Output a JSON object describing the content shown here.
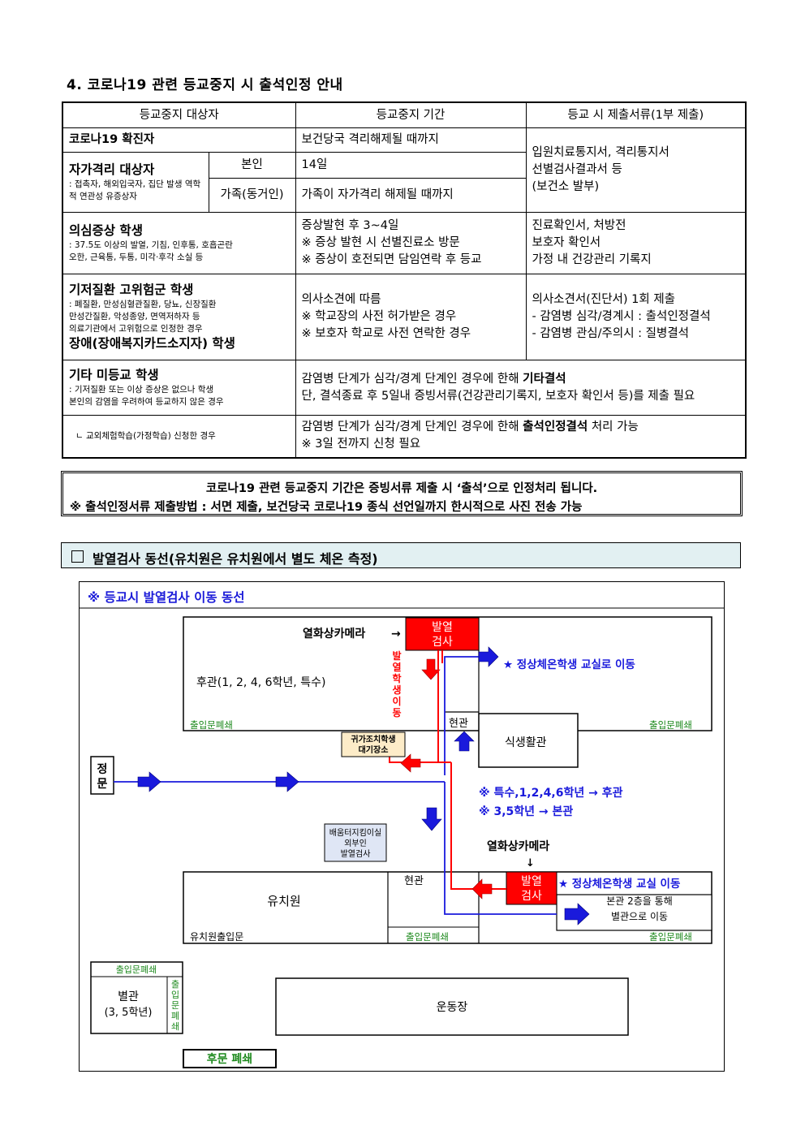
{
  "title": "4. 코로나19 관련 등교중지 시 출석인정 안내",
  "table": {
    "headers": [
      "등교중지 대상자",
      "등교중지 기간",
      "등교 시 제출서류(1부 제출)"
    ],
    "covid_confirmed": {
      "label": "코로나19 확진자",
      "period": "보건당국 격리해제될 때까지"
    },
    "self_quarantine": {
      "label": "자가격리 대상자",
      "desc": ": 접촉자, 해외입국자, 집단 발생 역학적 연관성 유증상자",
      "self_label": "본인",
      "self_period": "14일",
      "family_label": "가족(동거인)",
      "family_period": "가족이 자가격리 해제될 때까지"
    },
    "group1_docs": [
      "입원치료통지서, 격리통지서",
      "선별검사결과서 등",
      "(보건소 발부)"
    ],
    "suspected": {
      "label": "의심증상 학생",
      "desc": [
        ": 37.5도 이상의 발열, 기침, 인후통, 호흡곤란",
        "오한, 근육통, 두통, 미각·후각 소실 등"
      ],
      "period": [
        "증상발현 후 3~4일",
        "※ 증상 발현 시 선별진료소 방문",
        "※ 증상이 호전되면 담임연락 후 등교"
      ],
      "docs": [
        "진료확인서, 처방전",
        "보호자 확인서",
        "가정 내 건강관리 기록지"
      ]
    },
    "high_risk": {
      "label": "기저질환 고위험군 학생",
      "desc": [
        ": 폐질환, 만성심혈관질환, 당뇨, 신장질환",
        "만성간질환, 악성종양, 면역저하자 등",
        "의료기관에서 고위험으로 인정한 경우"
      ],
      "label2": "장애(장애복지카드소지자) 학생",
      "period": [
        "의사소견에 따름",
        "※ 학교장의 사전 허가받은 경우",
        "※ 보호자 학교로 사전 연락한 경우"
      ],
      "docs": [
        "의사소견서(진단서) 1회 제출",
        "- 감염병 심각/경계시 : 출석인정결석",
        "- 감염병 관심/주의시 : 질병결석"
      ]
    },
    "other": {
      "label": "기타 미등교 학생",
      "desc": [
        ": 기저질환 또는 이상 증상은 없으나 학생",
        "본인의 감염을 우려하여 등교하지 않은 경우"
      ],
      "period_a": "감염병 단계가 심각/경계 단계인 경우에 한해 ",
      "period_b": "기타결석",
      "period2": "단, 결석종료 후 5일내 증빙서류(건강관리기록지, 보호자 확인서 등)를 제출 필요"
    },
    "field_trip": {
      "label": "ㄴ 교외체험학습(가정학습) 신청한 경우",
      "period_a": "감염병 단계가 심각/경계 단계인 경우에 한해 ",
      "period_b": "출석인정결석",
      "period_c": " 처리 가능",
      "period2": "※ 3일 전까지 신청 필요"
    }
  },
  "notice": {
    "line1": "코로나19 관련 등교중지 기간은 증빙서류 제출 시 ‘출석’으로 인정처리 됩니다.",
    "line2": "※ 출석인정서류 제출방법 : 서면 제출, 보건당국 코로나19 종식 선언일까지 한시적으로 사진 전송 가능"
  },
  "section_title": "발열검사 동선(유치원은 유치원에서 별도 체온 측정)",
  "map": {
    "heading": "※ 등교시 발열검사 이동 동선",
    "thermal_camera": "열화상카메라",
    "fever_check": [
      "발열",
      "검사"
    ],
    "fever_student_move": [
      "발",
      "열",
      "학",
      "생",
      "이",
      "동"
    ],
    "back_building": "후관(1, 2, 4, 6학년, 특수)",
    "normal_move1": "★ 정상체온학생 교실로 이동",
    "entrance_closed": "출입문폐쇄",
    "main_entrance": "현관",
    "cafeteria": "식생활관",
    "waiting_room": [
      "귀가조치학생",
      "대기장소"
    ],
    "main_gate": [
      "정",
      "문"
    ],
    "route1": "※ 특수,1,2,4,6학년 → 후관",
    "route2": "※ 3,5학년 → 본관",
    "outsider_check": [
      "배움터지킴이실",
      "외부인",
      "발열검사"
    ],
    "kindergarten": "유치원",
    "kinder_entrance": "유치원출입문",
    "normal_move2": "★ 정상체온학생 교실 이동",
    "via": [
      "본관 2층을 통해",
      "별관으로 이동"
    ],
    "annex": [
      "별관",
      "(3, 5학년)"
    ],
    "annex_closed_v": [
      "출",
      "입",
      "문",
      "폐",
      "쇄"
    ],
    "playground": "운동장",
    "rear_gate": "후문 폐쇄"
  }
}
